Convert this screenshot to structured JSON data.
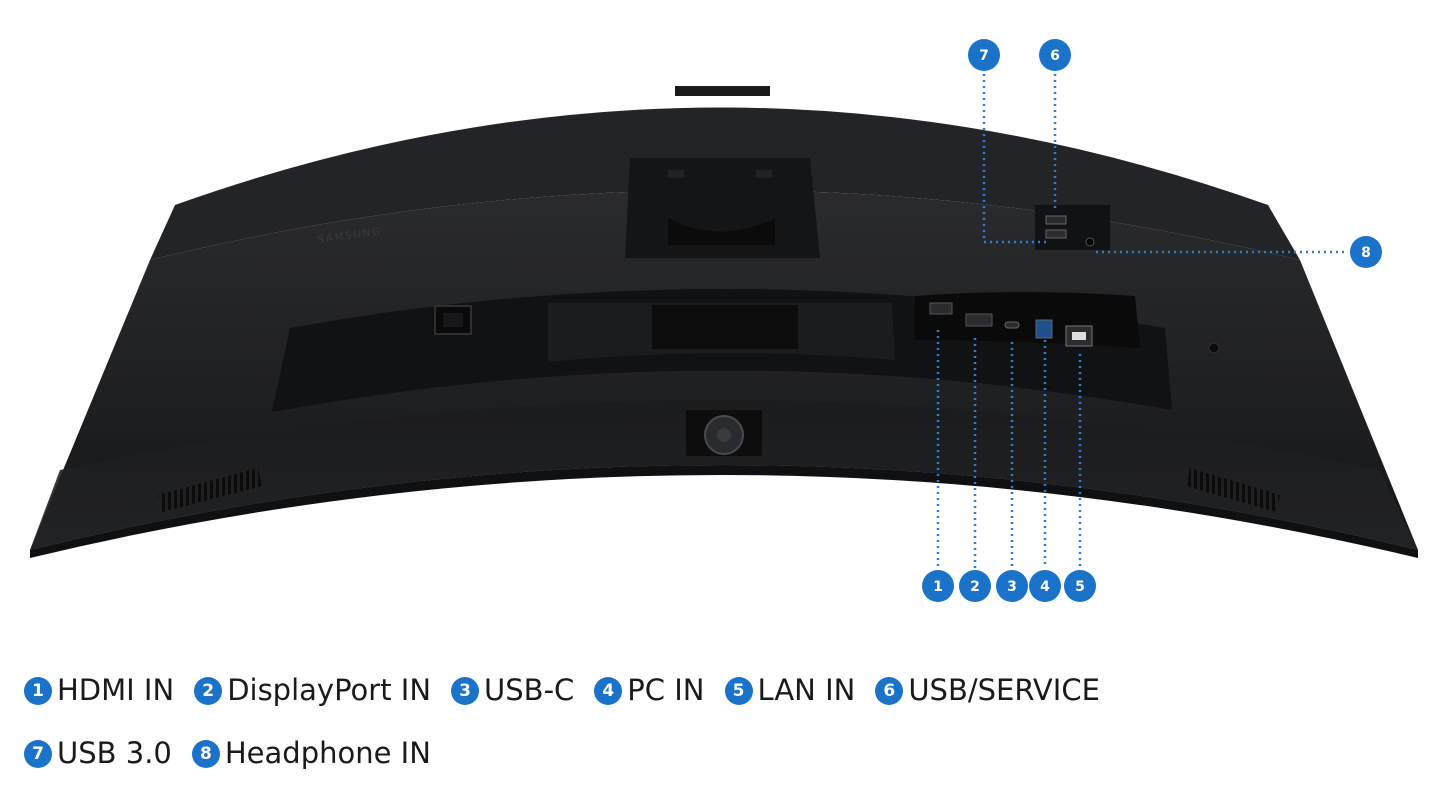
{
  "brand": "SAMSUNG",
  "accent_color": "#1a73c8",
  "body_color": "#1c1d1f",
  "callouts": [
    {
      "num": "1",
      "label": "HDMI IN"
    },
    {
      "num": "2",
      "label": "DisplayPort IN"
    },
    {
      "num": "3",
      "label": "USB-C"
    },
    {
      "num": "4",
      "label": "PC IN"
    },
    {
      "num": "5",
      "label": "LAN IN"
    },
    {
      "num": "6",
      "label": "USB/SERVICE"
    },
    {
      "num": "7",
      "label": "USB 3.0"
    },
    {
      "num": "8",
      "label": "Headphone IN"
    }
  ],
  "icons": [
    "jog-button-icon",
    "power-socket-icon",
    "hdmi-port-icon",
    "displayport-port-icon",
    "usb-c-port-icon",
    "usb-b-port-icon",
    "lan-port-icon",
    "usb-a-port-icon",
    "headphone-jack-icon",
    "kensington-lock-icon",
    "speaker-grille-icon"
  ]
}
